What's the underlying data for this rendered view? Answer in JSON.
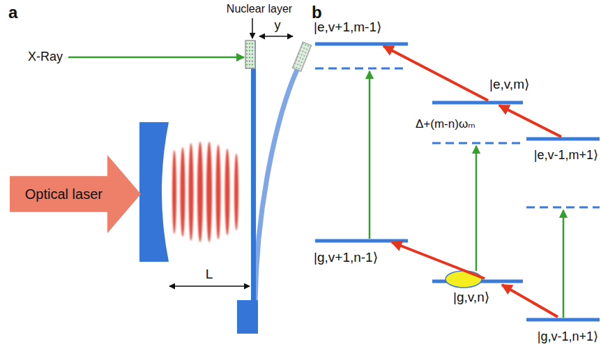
{
  "diagram": {
    "nodes": [
      {
        "text": [
          "Optical laser"
        ]
      }
    ],
    "labels": [
      "a",
      "Nuclear layer",
      "y",
      "X-Ray",
      "L",
      "b",
      "|e,v+1,m-1⟩",
      "|e,v,m⟩",
      "Δ+(m-n)ωₘ",
      "|e,v-1,m+1⟩",
      "|g,v+1,n-1⟩",
      "|g,v,n⟩",
      "|g,v-1,n+1⟩"
    ]
  }
}
